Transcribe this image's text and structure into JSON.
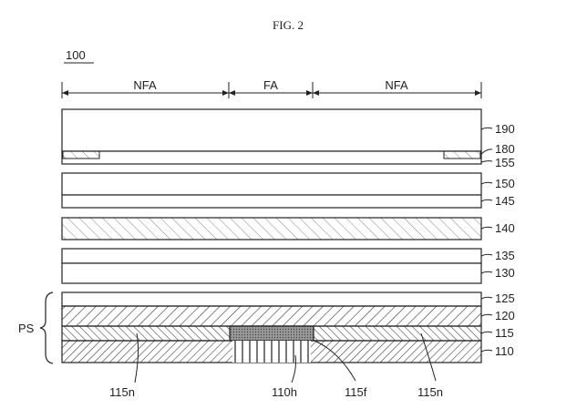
{
  "figure_title": "FIG. 2",
  "assembly_ref": "100",
  "regions": {
    "left": "NFA",
    "center": "FA",
    "right": "NFA"
  },
  "layer_refs": {
    "l190": "190",
    "l180": "180",
    "l155": "155",
    "l150": "150",
    "l145": "145",
    "l140": "140",
    "l135": "135",
    "l130": "130",
    "l125": "125",
    "l120": "120",
    "l115": "115",
    "l110": "110"
  },
  "stack_ref": "PS",
  "bottom_refs": {
    "n_left": "115n",
    "hole": "110h",
    "fill": "115f",
    "n_right": "115n"
  }
}
